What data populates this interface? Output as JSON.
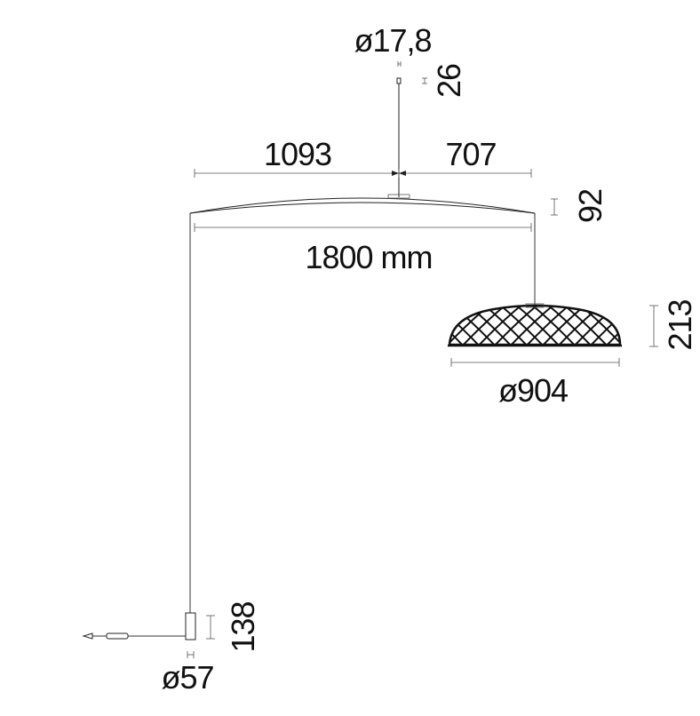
{
  "drawing": {
    "canopy_diameter": "ø17,8",
    "canopy_height": "26",
    "arm_left_length": "1093",
    "arm_right_length": "707",
    "arm_height": "92",
    "arm_total_length": "1800 mm",
    "shade_height": "213",
    "shade_diameter": "ø904",
    "base_height": "138",
    "base_diameter": "ø57"
  }
}
